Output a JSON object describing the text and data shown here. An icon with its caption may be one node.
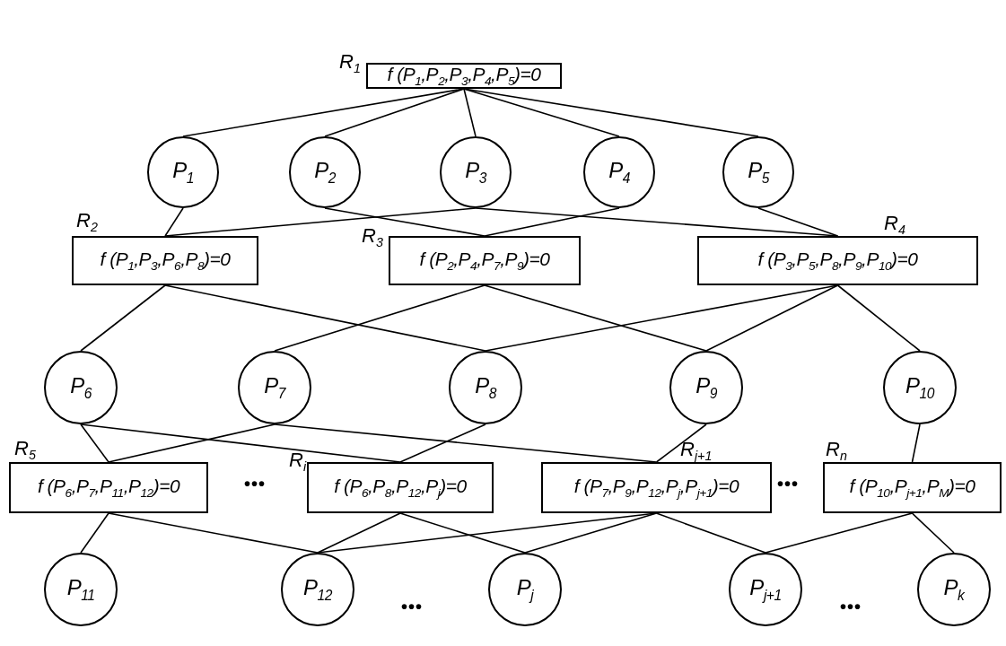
{
  "diagram": {
    "nodes": [
      {
        "text": [
          "f (P$_{1}$,P$_{2}$,P$_{3}$,P$_{4}$,P$_{5}$)=0"
        ],
        "beside": [
          "R$_{1}$"
        ]
      },
      {
        "text": [
          "P$_{1}$"
        ]
      },
      {
        "text": [
          "P$_{2}$"
        ]
      },
      {
        "text": [
          "P$_{3}$"
        ]
      },
      {
        "text": [
          "P$_{4}$"
        ]
      },
      {
        "text": [
          "P$_{5}$"
        ]
      },
      {
        "text": [
          "f (P$_{1}$,P$_{3}$,P$_{6}$,P$_{8}$)=0"
        ],
        "beside": [
          "R$_{2}$"
        ]
      },
      {
        "text": [
          "f (P$_{2}$,P$_{4}$,P$_{7}$,P$_{9}$)=0"
        ],
        "beside": [
          "R$_{3}$"
        ]
      },
      {
        "text": [
          "f (P$_{3}$,P$_{5}$,P$_{8}$,P$_{9}$,P$_{10}$)=0"
        ],
        "beside": [
          "R$_{4}$"
        ]
      },
      {
        "text": [
          "P$_{6}$"
        ]
      },
      {
        "text": [
          "P$_{7}$"
        ]
      },
      {
        "text": [
          "P$_{8}$"
        ]
      },
      {
        "text": [
          "P$_{9}$"
        ]
      },
      {
        "text": [
          "P$_{10}$"
        ]
      },
      {
        "text": [
          "f (P$_{6}$,P$_{7}$,P$_{11}$,P$_{12}$)=0"
        ],
        "beside": [
          "R$_{5}$"
        ]
      },
      {
        "text": [
          "f (P$_{6}$,P$_{8}$,P$_{12}$,P$_{j}$)=0"
        ],
        "beside": [
          "R$_{i}$"
        ]
      },
      {
        "text": [
          "f (P$_{7}$,P$_{9}$,P$_{12}$,P$_{j}$,P$_{j+1}$)=0"
        ],
        "beside": [
          "R$_{j+1}$"
        ]
      },
      {
        "text": [
          "f (P$_{10}$,P$_{j+1}$,P$_{M}$)=0"
        ],
        "beside": [
          "R$_{n}$"
        ]
      },
      {
        "text": [
          "P$_{11}$"
        ]
      },
      {
        "text": [
          "P$_{12}$"
        ]
      },
      {
        "text": [
          "P$_{j}$"
        ]
      },
      {
        "text": [
          "P$_{j+1}$"
        ]
      },
      {
        "text": [
          "P$_{k}$"
        ]
      }
    ],
    "edges": [
      {
        "from": 0,
        "to": 1,
        "arrow": "none"
      },
      {
        "from": 0,
        "to": 2,
        "arrow": "none"
      },
      {
        "from": 0,
        "to": 3,
        "arrow": "none"
      },
      {
        "from": 0,
        "to": 4,
        "arrow": "none"
      },
      {
        "from": 0,
        "to": 5,
        "arrow": "none"
      },
      {
        "from": 1,
        "to": 6,
        "arrow": "none"
      },
      {
        "from": 3,
        "to": 6,
        "arrow": "none"
      },
      {
        "from": 2,
        "to": 7,
        "arrow": "none"
      },
      {
        "from": 4,
        "to": 7,
        "arrow": "none"
      },
      {
        "from": 3,
        "to": 8,
        "arrow": "none"
      },
      {
        "from": 5,
        "to": 8,
        "arrow": "none"
      },
      {
        "from": 6,
        "to": 9,
        "arrow": "none"
      },
      {
        "from": 6,
        "to": 11,
        "arrow": "none"
      },
      {
        "from": 7,
        "to": 10,
        "arrow": "none"
      },
      {
        "from": 7,
        "to": 12,
        "arrow": "none"
      },
      {
        "from": 8,
        "to": 11,
        "arrow": "none"
      },
      {
        "from": 8,
        "to": 12,
        "arrow": "none"
      },
      {
        "from": 8,
        "to": 13,
        "arrow": "none"
      },
      {
        "from": 9,
        "to": 14,
        "arrow": "none"
      },
      {
        "from": 10,
        "to": 14,
        "arrow": "none"
      },
      {
        "from": 9,
        "to": 15,
        "arrow": "none"
      },
      {
        "from": 11,
        "to": 15,
        "arrow": "none"
      },
      {
        "from": 10,
        "to": 16,
        "arrow": "none"
      },
      {
        "from": 12,
        "to": 16,
        "arrow": "none"
      },
      {
        "from": 13,
        "to": 17,
        "arrow": "none"
      },
      {
        "from": 14,
        "to": 18,
        "arrow": "none"
      },
      {
        "from": 14,
        "to": 19,
        "arrow": "none"
      },
      {
        "from": 15,
        "to": 19,
        "arrow": "none"
      },
      {
        "from": 15,
        "to": 20,
        "arrow": "none"
      },
      {
        "from": 16,
        "to": 19,
        "arrow": "none"
      },
      {
        "from": 16,
        "to": 20,
        "arrow": "none"
      },
      {
        "from": 16,
        "to": 21,
        "arrow": "none"
      },
      {
        "from": 17,
        "to": 21,
        "arrow": "none"
      },
      {
        "from": 17,
        "to": 22,
        "arrow": "none"
      }
    ],
    "labels": [
      "•••",
      "•••",
      "•••",
      "•••"
    ]
  }
}
